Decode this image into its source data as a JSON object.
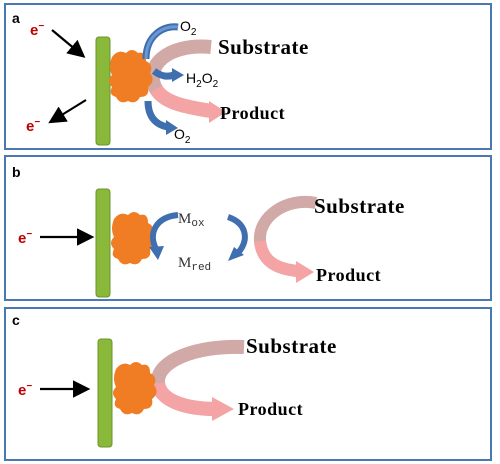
{
  "colors": {
    "panel_border": "#4a78b5",
    "electrode": "#8ab83a",
    "enzyme": "#f07d24",
    "blue_arrow": "#3f6fae",
    "substrate_arrow": "#c99a97",
    "product_arrow": "#f4a4a4",
    "electron_text": "#c00000"
  },
  "panels": [
    {
      "letter": "a",
      "electron_in": "e",
      "electron_out": "e",
      "superscript": "−",
      "oxygen_top": "O",
      "oxygen_top_sub": "2",
      "peroxide_h": "H",
      "peroxide_h_sub": "2",
      "peroxide_o": "O",
      "peroxide_o_sub": "2",
      "oxygen_bottom": "O",
      "oxygen_bottom_sub": "2",
      "substrate": "Substrate",
      "product": "Product"
    },
    {
      "letter": "b",
      "electron_in": "e",
      "superscript": "−",
      "mediator_ox": "M",
      "mediator_ox_sub": "ox",
      "mediator_red": "M",
      "mediator_red_sub": "red",
      "substrate": "Substrate",
      "product": "Product"
    },
    {
      "letter": "c",
      "electron_in": "e",
      "superscript": "−",
      "substrate": "Substrate",
      "product": "Product"
    }
  ]
}
